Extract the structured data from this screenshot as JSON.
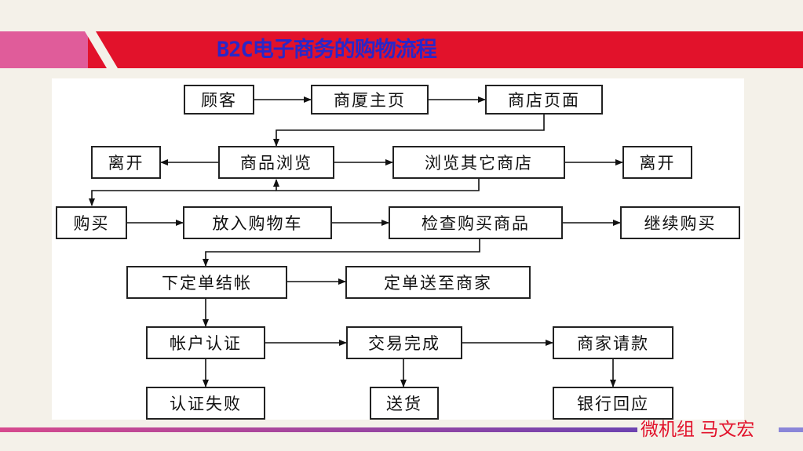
{
  "title": "B2C电子商务的购物流程",
  "flow": {
    "customer": "顾客",
    "mall_home": "商厦主页",
    "shop_page": "商店页面",
    "leave_left": "离开",
    "browse_goods": "商品浏览",
    "browse_other": "浏览其它商店",
    "leave_right": "离开",
    "buy": "购买",
    "add_cart": "放入购物车",
    "check_items": "检查购买商品",
    "continue_buy": "继续购买",
    "checkout": "下定单结帐",
    "send_order": "定单送至商家",
    "account_auth": "帐户认证",
    "trade_done": "交易完成",
    "merchant_request": "商家请款",
    "auth_fail": "认证失败",
    "deliver": "送货",
    "bank_reply": "银行回应"
  },
  "footer": "微机组 马文宏",
  "colors": {
    "title_bar": "#e2122b",
    "title_accent": "#e05c9a",
    "title_text": "#2a27c8",
    "footer_text": "#e2122b"
  }
}
